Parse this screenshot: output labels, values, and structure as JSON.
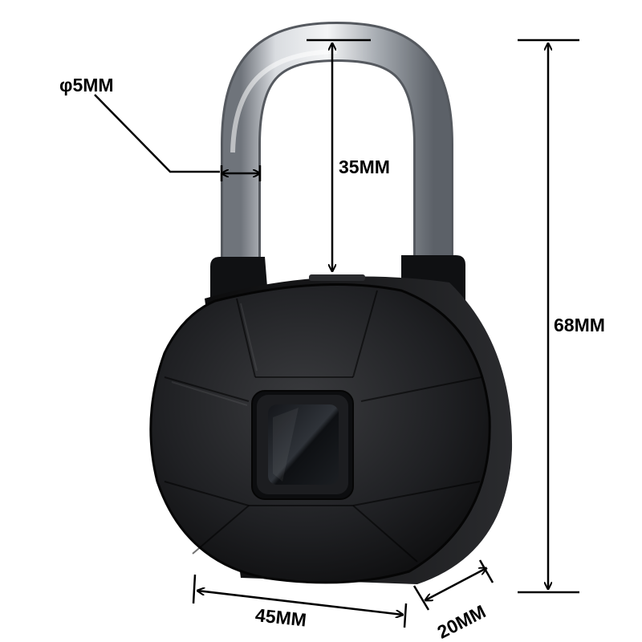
{
  "dimensions": {
    "shackle_diameter": "φ5MM",
    "shackle_height": "35MM",
    "total_height": "68MM",
    "width": "45MM",
    "depth": "20MM"
  },
  "colors": {
    "background": "#ffffff",
    "lock_body": "#1a1a1a",
    "lock_edge": "#0a0a0a",
    "shackle_metal": "#b8bcc2",
    "dimension_lines": "#000000",
    "sensor_glass": "#2a2d33"
  },
  "icons": {
    "product": "fingerprint-padlock-icon",
    "sensor": "fingerprint-sensor-icon"
  }
}
